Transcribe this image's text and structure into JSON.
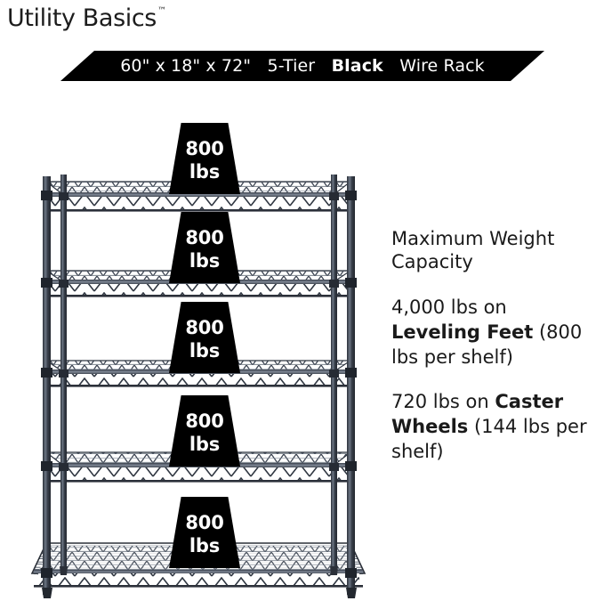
{
  "brand": {
    "name": "Utility Basics",
    "trademark": "™"
  },
  "banner": {
    "dimensions": "60\" x 18\" x 72\"",
    "tier_text": "5-Tier",
    "emphasis": "Black",
    "suffix": "Wire Rack",
    "full_text": "60\" x 18\" x 72\" 5-Tier Black Wire Rack",
    "background_color": "#000000",
    "text_color": "#ffffff"
  },
  "product": {
    "type": "5-tier wire shelving rack",
    "color": "Black",
    "width_in": 60,
    "depth_in": 18,
    "height_in": 72,
    "shelf_count": 5
  },
  "shelf_badges": [
    {
      "value": "800",
      "unit": "lbs"
    },
    {
      "value": "800",
      "unit": "lbs"
    },
    {
      "value": "800",
      "unit": "lbs"
    },
    {
      "value": "800",
      "unit": "lbs"
    },
    {
      "value": "800",
      "unit": "lbs"
    }
  ],
  "info_panel": {
    "heading": "Maximum Weight Capacity",
    "lines": [
      {
        "prefix": "4,000 lbs on ",
        "strong": "Leveling Feet",
        "suffix": " (800 lbs per shelf)"
      },
      {
        "prefix": "720 lbs on ",
        "strong": "Caster Wheels",
        "suffix": " (144 lbs per shelf)"
      }
    ]
  },
  "colors": {
    "background": "#ffffff",
    "ink": "#1a1a1a",
    "metal_dark": "#2b3039",
    "metal_mid": "#515b69",
    "metal_light": "#9aa4b2"
  }
}
